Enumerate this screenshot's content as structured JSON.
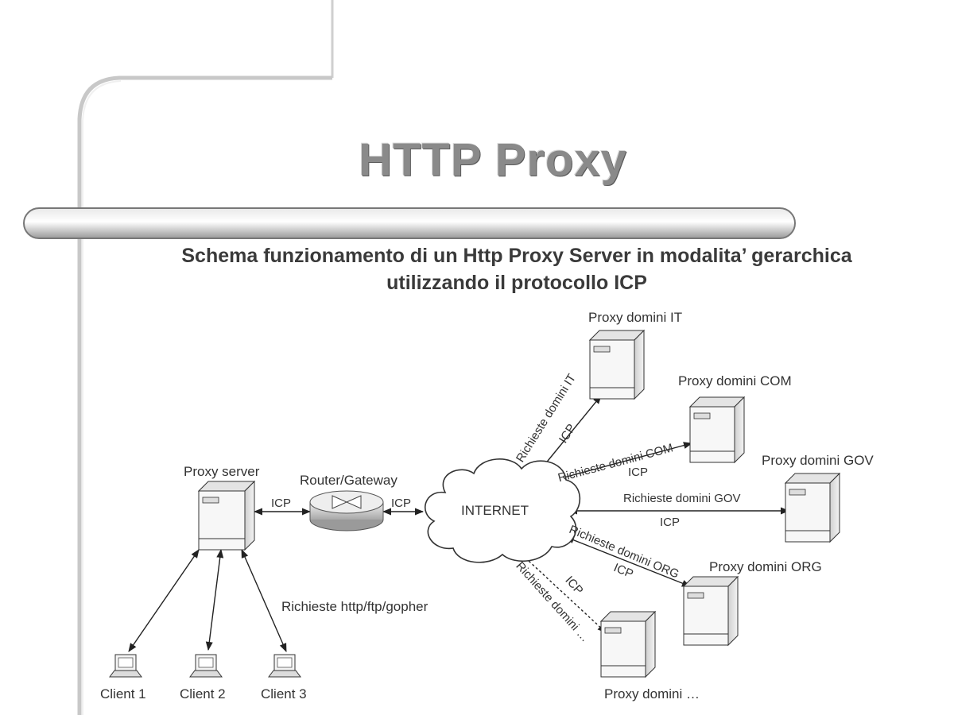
{
  "title": "HTTP Proxy",
  "subtitle_line1": "Schema funzionamento di un Http Proxy Server in modalita’ gerarchica",
  "subtitle_line2": "utilizzando il protocollo ICP",
  "nodes": {
    "proxy_server": "Proxy server",
    "router": "Router/Gateway",
    "internet": "INTERNET",
    "proxy_it": "Proxy domini IT",
    "proxy_com": "Proxy domini COM",
    "proxy_gov": "Proxy domini GOV",
    "proxy_org": "Proxy domini ORG",
    "proxy_other": "Proxy domini …",
    "client1": "Client 1",
    "client2": "Client 2",
    "client3": "Client 3"
  },
  "edges": {
    "icp": "ICP",
    "requests_clients": "Richieste http/ftp/gopher",
    "req_it": "Richieste domini IT",
    "req_com": "Richieste domini COM",
    "req_gov": "Richieste domini GOV",
    "req_org": "Richieste domini ORG",
    "req_other": "Richieste domini …"
  }
}
